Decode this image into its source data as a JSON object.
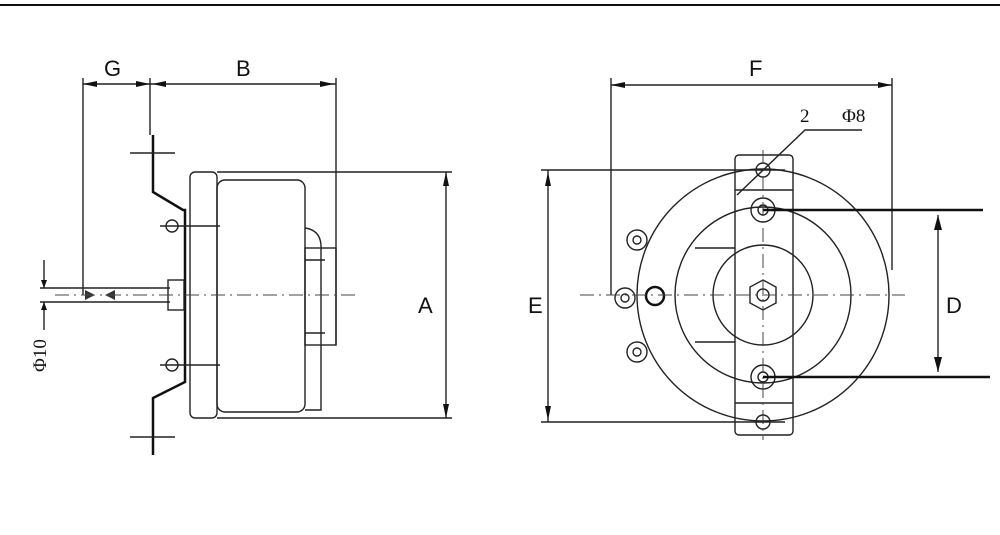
{
  "labels": {
    "G": "G",
    "B": "B",
    "A": "A",
    "phi10": "Φ10",
    "F": "F",
    "E": "E",
    "D": "D",
    "qty": "2",
    "phi8": "Φ8"
  }
}
